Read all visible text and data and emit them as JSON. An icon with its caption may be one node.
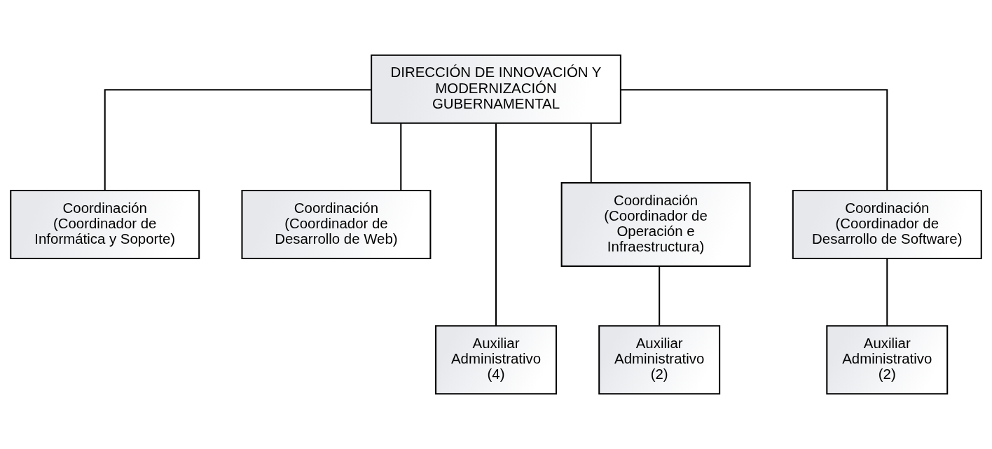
{
  "diagram": {
    "nodes": [
      {
        "text": [
          "DIRECCIÓN DE INNOVACIÓN Y MODERNIZACIÓN GUBERNAMENTAL"
        ]
      },
      {
        "text": [
          "Coordinación (Coordinador de Informática y Soporte)"
        ]
      },
      {
        "text": [
          "Coordinación (Coordinador de Desarrollo de Web)"
        ]
      },
      {
        "text": [
          "Coordinación (Coordinador de Operación e Infraestructura)"
        ]
      },
      {
        "text": [
          "Coordinación (Coordinador de Desarrollo de Software)"
        ]
      },
      {
        "text": [
          "Auxiliar Administrativo (4)"
        ]
      },
      {
        "text": [
          "Auxiliar Administrativo (2)"
        ]
      },
      {
        "text": [
          "Auxiliar Administrativo (2)"
        ]
      }
    ],
    "edges": [
      {
        "from": 0,
        "to": 1,
        "arrow": "none"
      },
      {
        "from": 0,
        "to": 2,
        "arrow": "none"
      },
      {
        "from": 0,
        "to": 5,
        "arrow": "none"
      },
      {
        "from": 0,
        "to": 3,
        "arrow": "none"
      },
      {
        "from": 0,
        "to": 4,
        "arrow": "none"
      },
      {
        "from": 3,
        "to": 6,
        "arrow": "none"
      },
      {
        "from": 4,
        "to": 7,
        "arrow": "none"
      }
    ]
  }
}
